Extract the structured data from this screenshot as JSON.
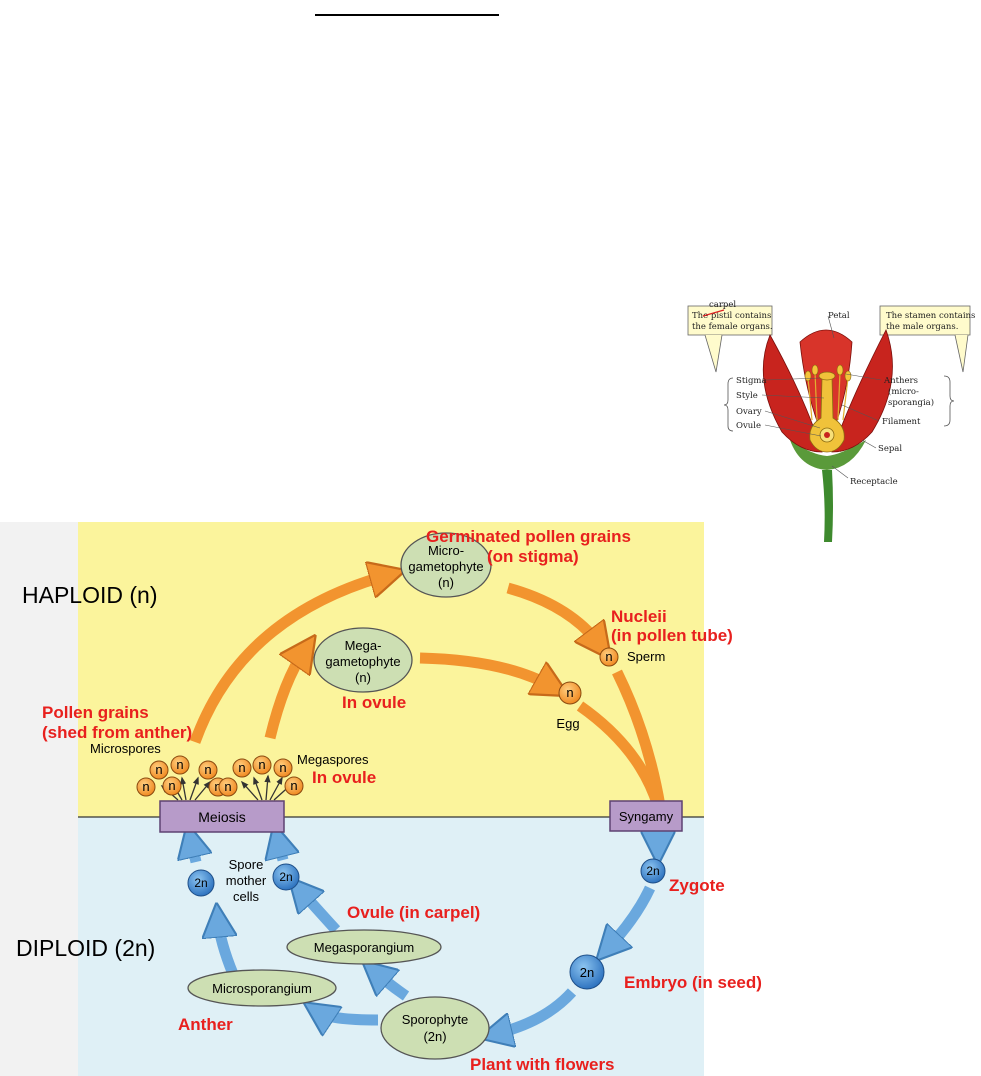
{
  "zones": {
    "haploid": "HAPLOID (n)",
    "diploid": "DIPLOID (2n)"
  },
  "nodes": {
    "microgametophyte": [
      "Micro-",
      "gametophyte",
      "(n)"
    ],
    "megagametophyte": [
      "Mega-",
      "gametophyte",
      "(n)"
    ],
    "microsporangium": "Microsporangium",
    "megasporangium": "Megasporangium",
    "sporophyte": [
      "Sporophyte",
      "(2n)"
    ],
    "meiosis": "Meiosis",
    "syngamy": "Syngamy",
    "sperm": "Sperm",
    "egg": "Egg",
    "microspores": "Microspores",
    "megaspores": "Megaspores",
    "spore_mother_cells": [
      "Spore",
      "mother",
      "cells"
    ],
    "n": "n",
    "two_n": "2n"
  },
  "annotations": {
    "germinated": [
      "Germinated pollen grains",
      "(on stigma)"
    ],
    "nucleii": [
      "Nucleii",
      "(in pollen tube)"
    ],
    "pollen_grains": [
      "Pollen grains",
      "(shed from anther)"
    ],
    "in_ovule_mega": "In ovule",
    "in_ovule_spores": "In ovule",
    "zygote": "Zygote",
    "ovule_in_carpel": "Ovule (in carpel)",
    "embryo": "Embryo (in seed)",
    "anther": "Anther",
    "plant": "Plant with flowers"
  },
  "flower": {
    "carpel_correction": "carpel",
    "left_box": [
      "The pistil contains",
      "the female organs."
    ],
    "right_box": [
      "The stamen contains",
      "the male organs."
    ],
    "petal": "Petal",
    "stigma": "Stigma",
    "style": "Style",
    "ovary": "Ovary",
    "ovule": "Ovule",
    "anthers": [
      "Anthers",
      "(micro-",
      "sporangia)"
    ],
    "filament": "Filament",
    "sepal": "Sepal",
    "receptacle": "Receptacle"
  },
  "colors": {
    "haploid_bg": "#fbf49c",
    "diploid_bg": "#dff0f6",
    "orange_arrow": "#f2942f",
    "blue_arrow": "#6aa8de",
    "label_red": "#e8201e",
    "oval_green": "#cddfb3",
    "meiosis_purple": "#b79bc9"
  }
}
